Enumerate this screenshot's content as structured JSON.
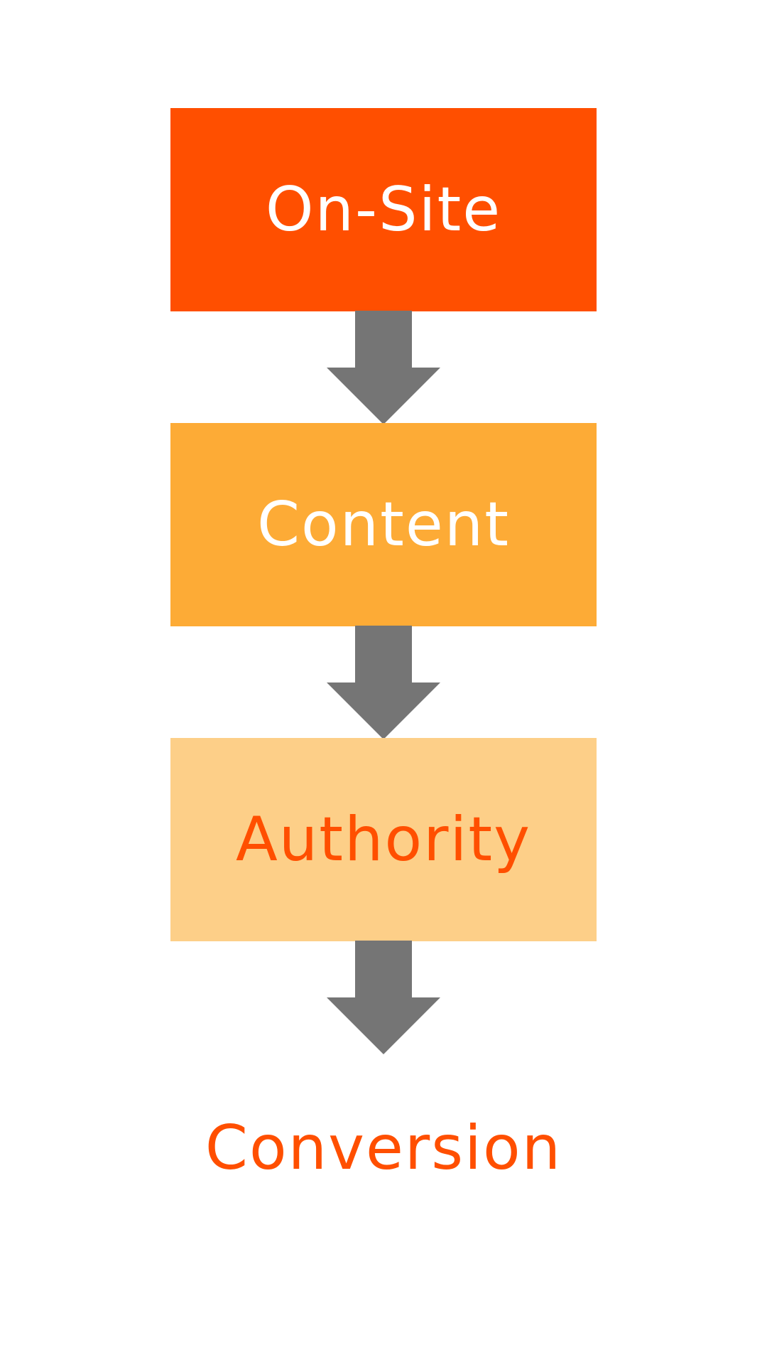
{
  "steps": [
    {
      "label": "On-Site",
      "bg": "#FF4F00",
      "text_color": "#FFFFFF"
    },
    {
      "label": "Content",
      "bg": "#FDAB36",
      "text_color": "#FFFFFF"
    },
    {
      "label": "Authority",
      "bg": "#FDCF88",
      "text_color": "#FF4F00"
    }
  ],
  "final": {
    "label": "Conversion",
    "text_color": "#FF4F00"
  },
  "arrow_color": "#757575"
}
